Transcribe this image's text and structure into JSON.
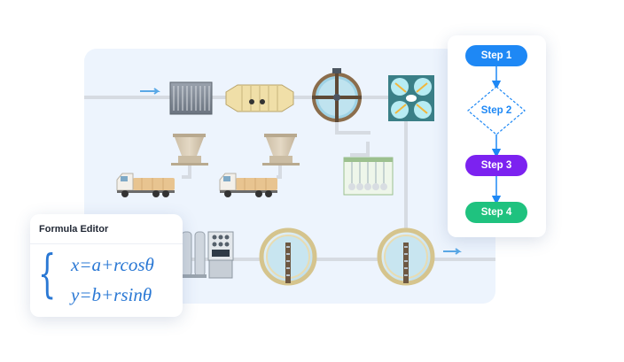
{
  "formula_editor": {
    "title": "Formula Editor",
    "equation_1": "x=a+rcosθ",
    "equation_2": "y=b+rsinθ",
    "accent_color": "#2a78d4"
  },
  "flowchart": {
    "steps": [
      {
        "label": "Step 1",
        "shape": "rounded-rect",
        "color": "#1e88f5"
      },
      {
        "label": "Step 2",
        "shape": "diamond",
        "color": "#1e88f5"
      },
      {
        "label": "Step 3",
        "shape": "rounded-rect",
        "color": "#7c22f0"
      },
      {
        "label": "Step 4",
        "shape": "rounded-rect",
        "color": "#1fc27f"
      }
    ],
    "arrow_color": "#1e88f5"
  },
  "process_diagram": {
    "background_color": "#edf4fd",
    "pipe_color": "#d6dbe2"
  }
}
